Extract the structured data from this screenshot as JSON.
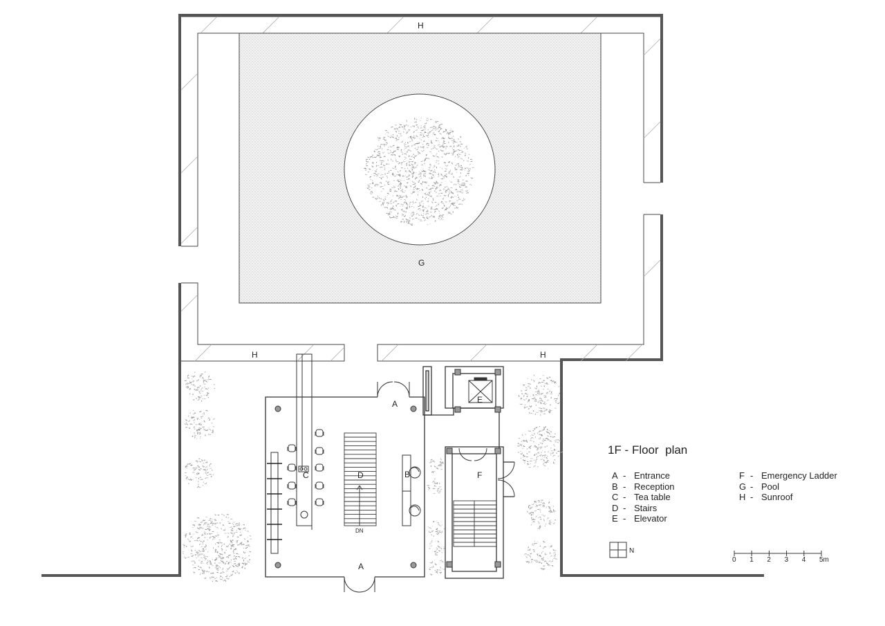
{
  "plan": {
    "title": "1F - Floor  plan",
    "zone_letters": {
      "h_top": "H",
      "h_left": "H",
      "h_right": "H",
      "g": "G",
      "a_top": "A",
      "a_bottom": "A",
      "b": "B",
      "c": "C",
      "d": "D",
      "e": "E",
      "f": "F"
    },
    "stairs_direction": "DN",
    "north": "N",
    "scale_ticks": [
      "0",
      "1",
      "2",
      "3",
      "4",
      "5m"
    ]
  },
  "legend": {
    "left": [
      {
        "key": "A",
        "dash": "-",
        "desc": "Entrance"
      },
      {
        "key": "B",
        "dash": "-",
        "desc": "Reception"
      },
      {
        "key": "C",
        "dash": "-",
        "desc": "Tea table"
      },
      {
        "key": "D",
        "dash": "-",
        "desc": "Stairs"
      },
      {
        "key": "E",
        "dash": "-",
        "desc": "Elevator"
      }
    ],
    "right": [
      {
        "key": "F",
        "dash": "-",
        "desc": "Emergency Ladder"
      },
      {
        "key": "G",
        "dash": "-",
        "desc": "Pool"
      },
      {
        "key": "H",
        "dash": "-",
        "desc": "Sunroof"
      }
    ]
  }
}
